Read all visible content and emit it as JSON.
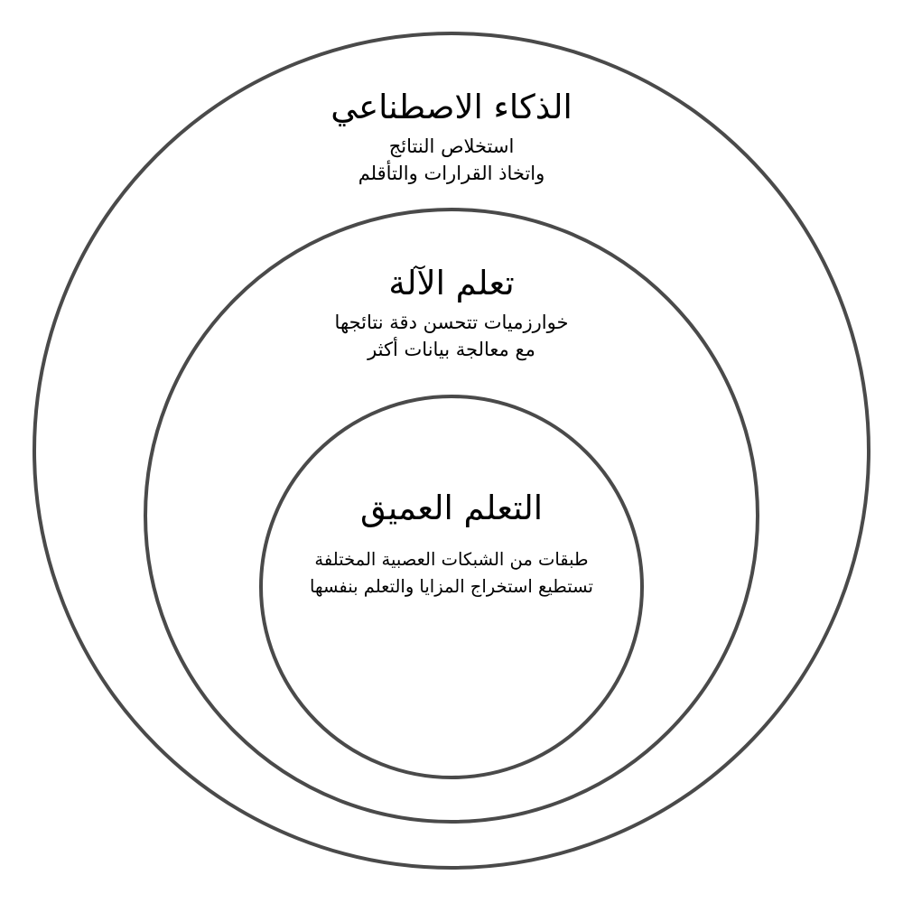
{
  "diagram": {
    "type": "nested-circles",
    "stroke_color": "#4a4a4a",
    "circles": [
      {
        "level": "outer",
        "title": "الذكاء الاصطناعي",
        "description_lines": [
          "استخلاص النتائج",
          "واتخاذ القرارات والتأقلم"
        ]
      },
      {
        "level": "middle",
        "title": "تعلم الآلة",
        "description_lines": [
          "خوارزميات تتحسن دقة نتائجها",
          "مع معالجة بيانات أكثر"
        ]
      },
      {
        "level": "inner",
        "title": "التعلم العميق",
        "description_lines": [
          "طبقات من الشبكات العصبية المختلفة",
          "تستطيع استخراج المزايا والتعلم بنفسها"
        ]
      }
    ]
  }
}
